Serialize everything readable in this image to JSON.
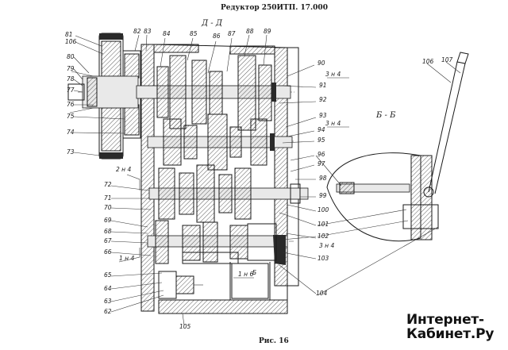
{
  "title": "Редуктор 250ИТП. 17.000",
  "section_main": "Д - Д",
  "section_side": "Б - Б",
  "caption": "Рис. 16",
  "watermark": {
    "line1": "Интернет-",
    "line2": "Кабинет.Ру"
  },
  "labels": {
    "l81": "81",
    "l106a": "106",
    "l82": "82",
    "l83": "83",
    "l84": "84",
    "l85": "85",
    "l86": "86",
    "l87": "87",
    "l88": "88",
    "l89": "89",
    "l80": "80",
    "l79": "79",
    "l78": "78",
    "l77": "77",
    "l76": "76",
    "l75": "75",
    "l74": "74",
    "l73": "73",
    "l72": "72",
    "l71": "71",
    "l70": "70",
    "l69": "69",
    "l68": "68",
    "l67": "67",
    "l66": "66",
    "l65": "65",
    "l64": "64",
    "l63": "63",
    "l62": "62",
    "l105": "105",
    "l104": "104",
    "l103": "103",
    "l102": "102",
    "l101": "101",
    "l100": "100",
    "l99": "99",
    "l98": "98",
    "l97": "97",
    "l96": "96",
    "l95": "95",
    "l94": "94",
    "l93": "93",
    "l92": "92",
    "l91": "91",
    "l90": "90",
    "l106b": "106",
    "l107": "107",
    "s3n4a": "3 н 4",
    "s3n4b": "3 н 4",
    "s2n4": "2 н 4",
    "s3n4c": "3 н 4",
    "s1n4a": "1 н 4",
    "s1n4b": "1 н 6",
    "s_b": "Б"
  }
}
